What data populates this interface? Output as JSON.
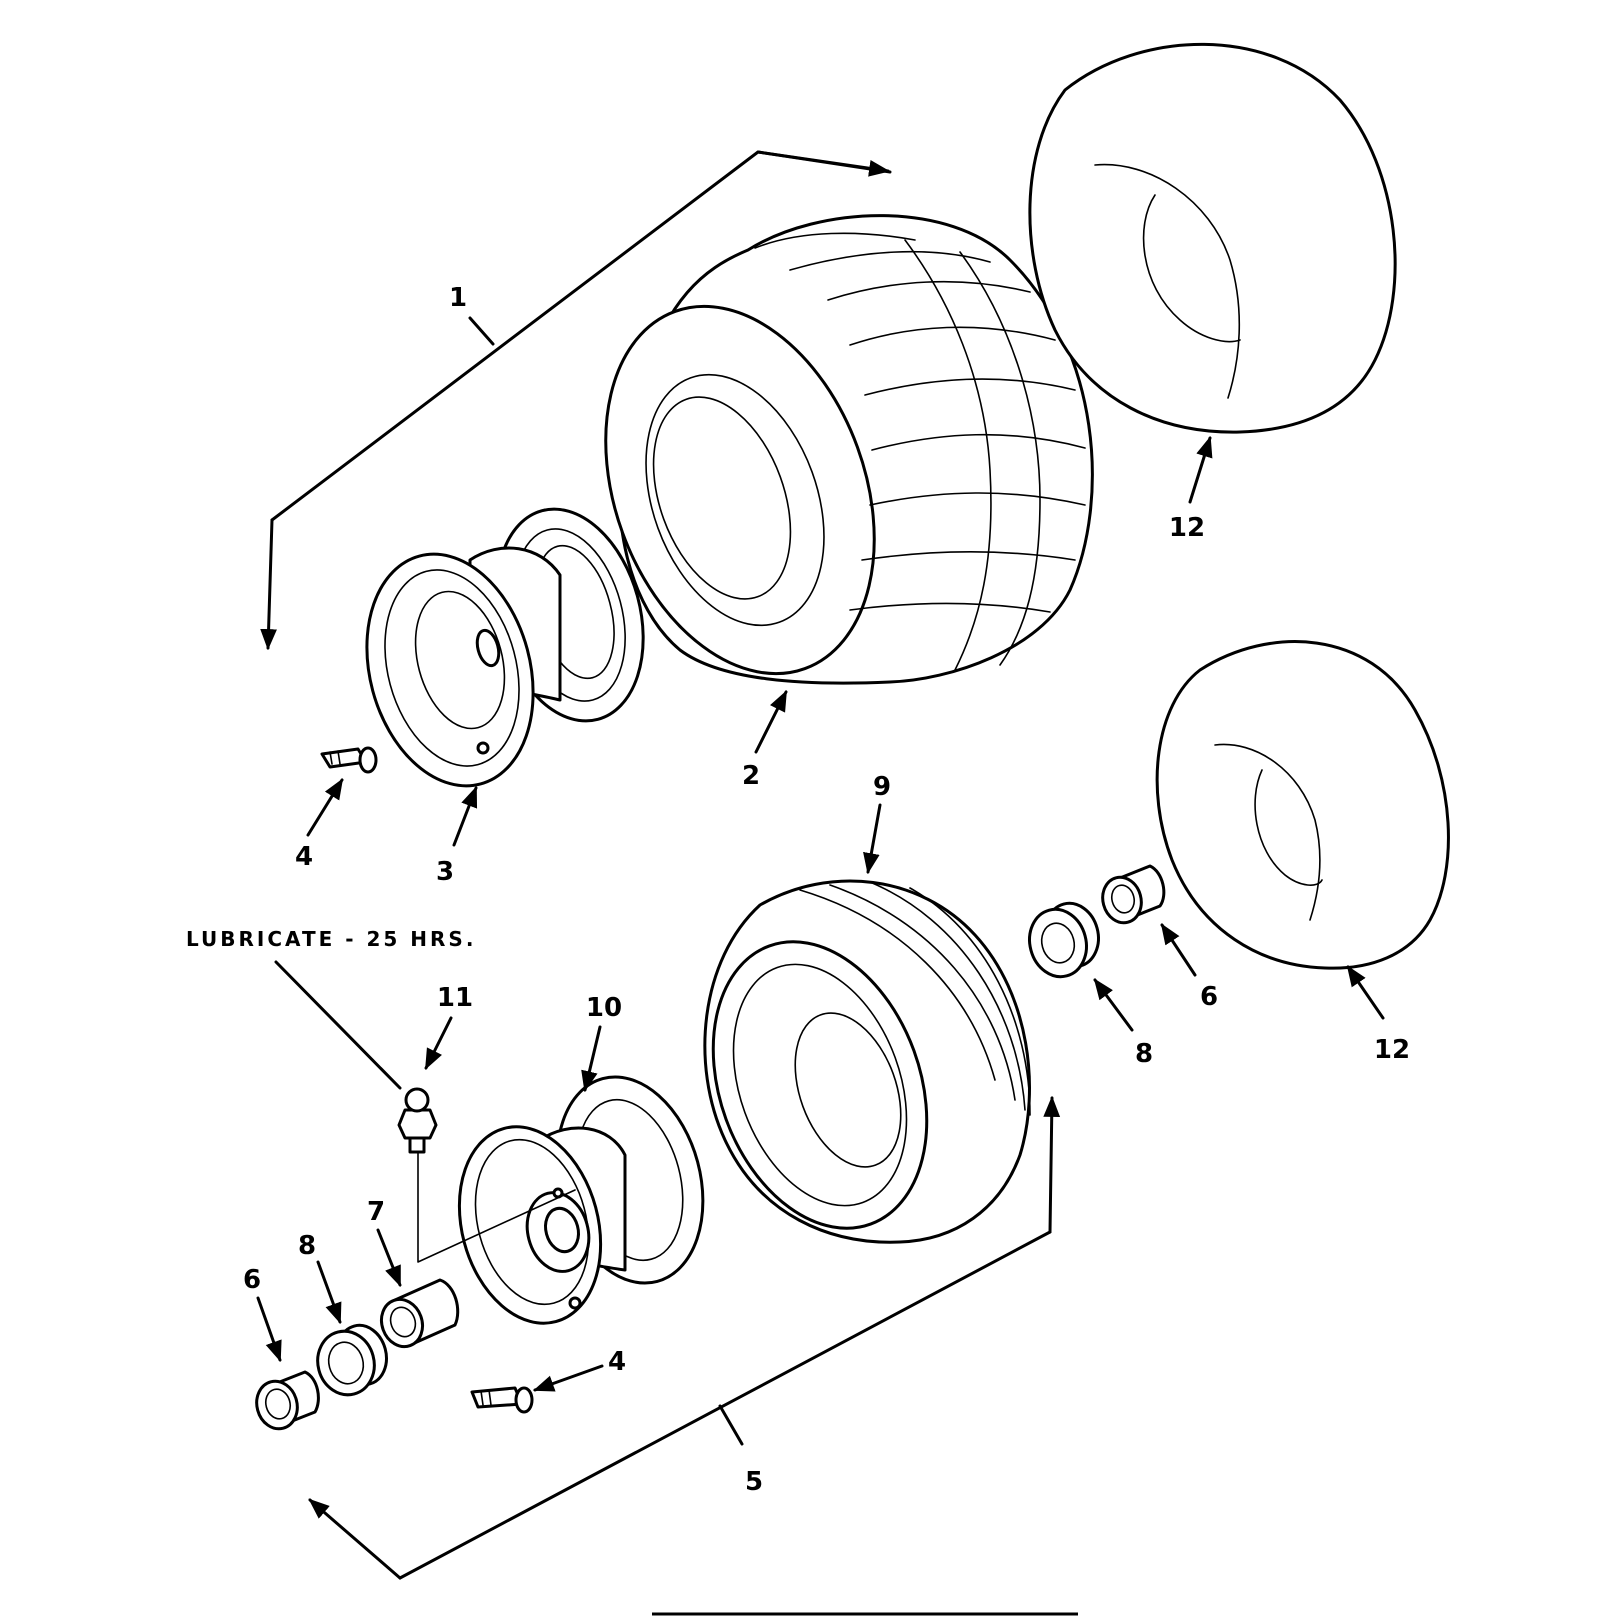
{
  "note": "LUBRICATE - 25 HRS.",
  "callouts": {
    "c1": "1",
    "c2": "2",
    "c3": "3",
    "c4a": "4",
    "c4b": "4",
    "c5": "5",
    "c6a": "6",
    "c6b": "6",
    "c7": "7",
    "c8a": "8",
    "c8b": "8",
    "c9": "9",
    "c10": "10",
    "c11": "11",
    "c12a": "12",
    "c12b": "12"
  }
}
